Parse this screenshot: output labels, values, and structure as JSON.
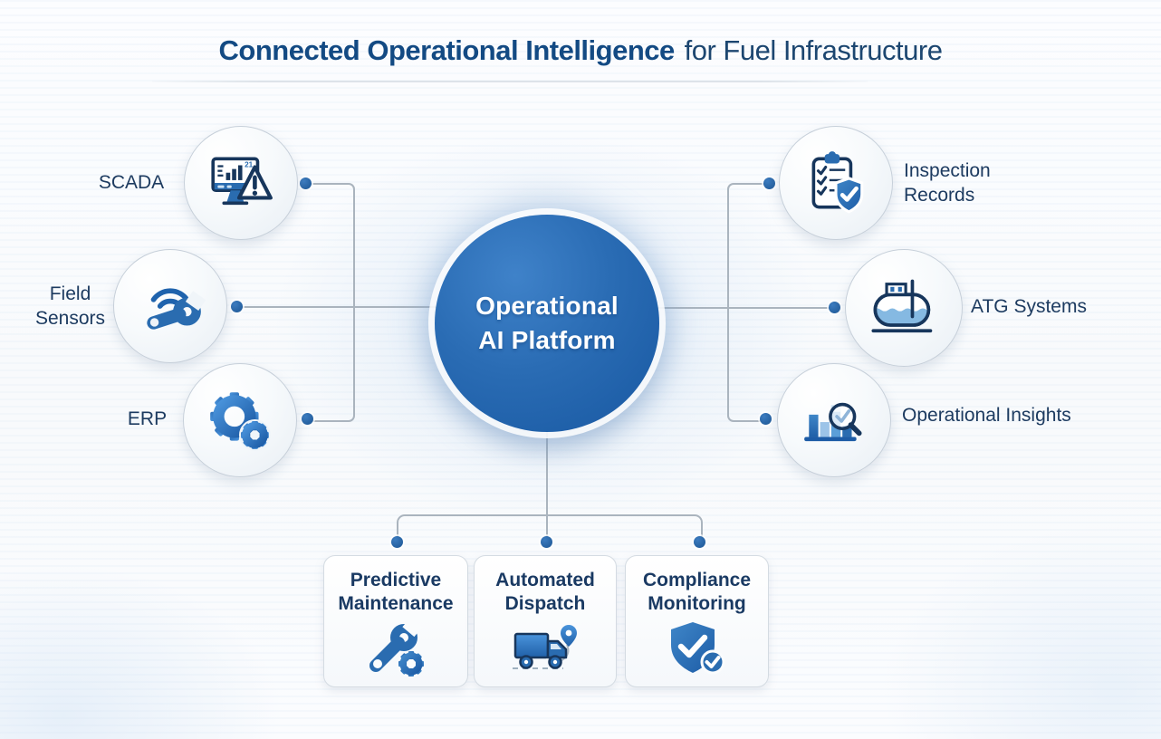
{
  "title": {
    "bold": "Connected Operational Intelligence",
    "regular": "for Fuel Infrastructure"
  },
  "center_node": {
    "lines": [
      "Operational",
      "AI Platform"
    ]
  },
  "left_nodes": [
    {
      "id": "scada",
      "label_lines": [
        "SCADA"
      ],
      "icon": "scada-monitor-alert-icon"
    },
    {
      "id": "field-sensors",
      "label_lines": [
        "Field",
        "Sensors"
      ],
      "icon": "wireless-sensor-wrench-icon"
    },
    {
      "id": "erp",
      "label_lines": [
        "ERP"
      ],
      "icon": "gears-icon"
    }
  ],
  "right_nodes": [
    {
      "id": "inspection-records",
      "label_lines": [
        "Inspection",
        "Records"
      ],
      "icon": "inspection-clipboard-shield-icon"
    },
    {
      "id": "atg-systems",
      "label_lines": [
        "ATG Systems"
      ],
      "icon": "fuel-tank-gauge-icon"
    },
    {
      "id": "operational-insights",
      "label_lines": [
        "Operational Insights"
      ],
      "icon": "bar-chart-magnifier-icon"
    }
  ],
  "bottom_cards": [
    {
      "id": "predictive-maintenance",
      "label_lines": [
        "Predictive",
        "Maintenance"
      ],
      "icon": "wrench-gear-icon"
    },
    {
      "id": "automated-dispatch",
      "label_lines": [
        "Automated",
        "Dispatch"
      ],
      "icon": "dispatch-truck-pin-icon"
    },
    {
      "id": "compliance-monitoring",
      "label_lines": [
        "Compliance",
        "Monitoring"
      ],
      "icon": "shield-double-check-icon"
    }
  ],
  "colors": {
    "title_blue": "#134a83",
    "accent_blue": "#2a6cb0",
    "deep_navy": "#17365c",
    "light_blue": "#85b9e2",
    "connector_gray": "#aab4be",
    "dot_blue": "#2a6cae",
    "center_circle_blue": "#2a6cb4"
  }
}
